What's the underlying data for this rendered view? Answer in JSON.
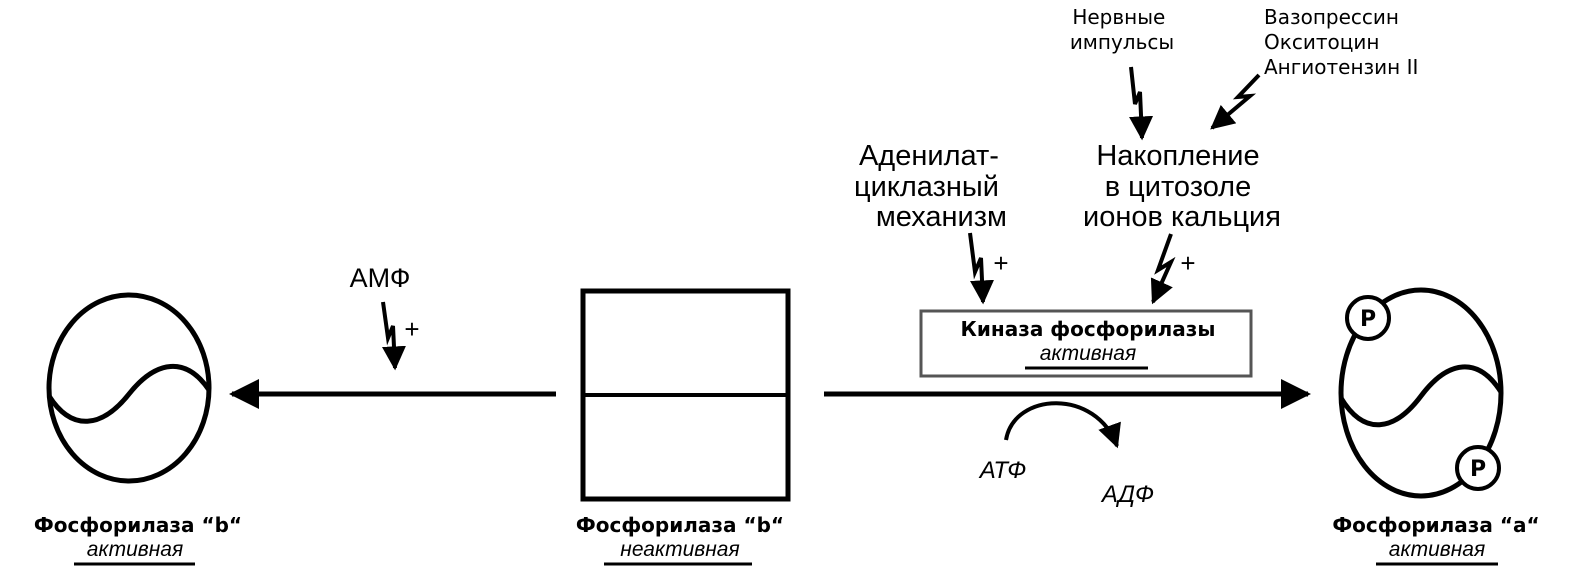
{
  "left_enzyme": {
    "name": "Фосфорилаза “b“",
    "state": "активная"
  },
  "center_enzyme": {
    "name": "Фосфорилаза “b“",
    "state": "неактивная"
  },
  "right_enzyme": {
    "name": "Фосфорилаза “a“",
    "state": "активная",
    "phosphate_top": "P",
    "phosphate_bottom": "P"
  },
  "amp": {
    "label": "АМФ",
    "sign": "+"
  },
  "kinase": {
    "name": "Киназа фосфорилазы",
    "state": "активная"
  },
  "adenylate": {
    "lines": [
      "Аденилат-",
      "циклазный",
      "механизм"
    ],
    "sign": "+"
  },
  "calcium": {
    "lines": [
      "Накопление",
      "в цитозоле",
      "ионов кальция"
    ],
    "sign": "+"
  },
  "nerve": {
    "lines": [
      "Нервные",
      "импульсы"
    ]
  },
  "hormones": {
    "lines": [
      "Вазопрессин",
      "Окситоцин",
      "Ангиотензин II"
    ]
  },
  "atp": "АТФ",
  "adp": "АДФ"
}
